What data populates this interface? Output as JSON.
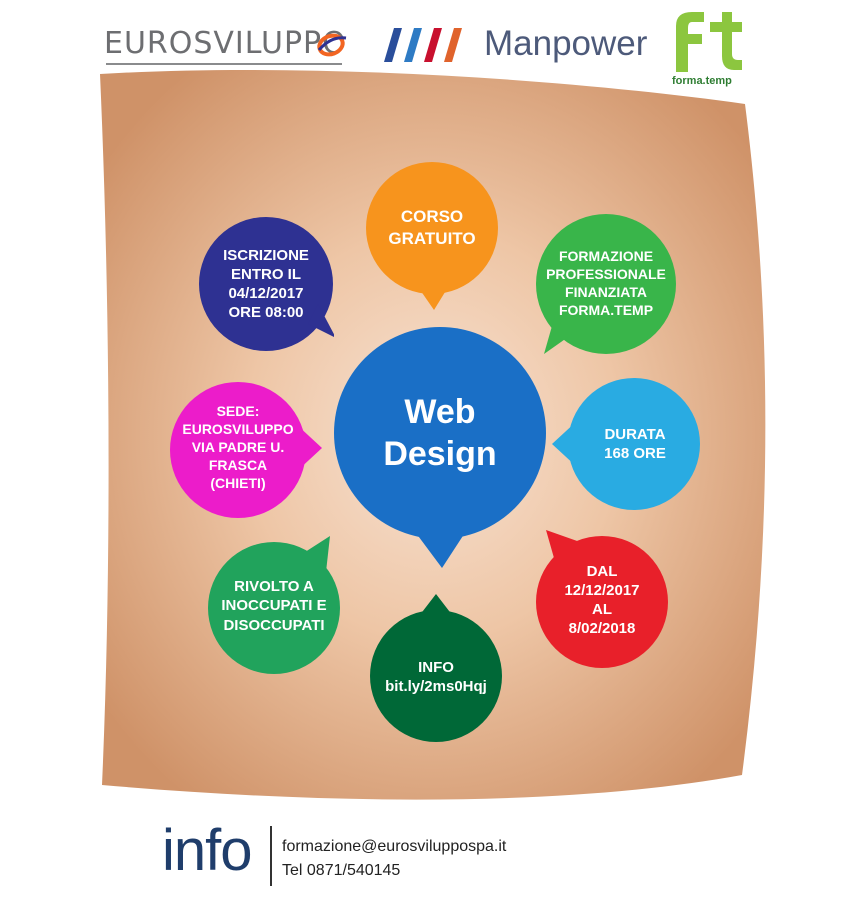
{
  "logos": {
    "eurosviluppo": "EUROSVILUPPO",
    "manpower": "Manpower",
    "formatemp": "forma.temp"
  },
  "center": {
    "title": "Web\nDesign",
    "color": "#1a6fc6"
  },
  "bubbles": {
    "corso": {
      "text": "CORSO\nGRATUITO",
      "color": "#f7941d"
    },
    "iscrizione": {
      "text": "ISCRIZIONE\nENTRO IL\n04/12/2017\nORE 08:00",
      "color": "#2e3192"
    },
    "formazione": {
      "text": "FORMAZIONE\nPROFESSIONALE\nFINANZIATA\nFORMA.TEMP",
      "color": "#39b54a"
    },
    "sede": {
      "text": "SEDE:\nEUROSVILUPPO\nVIA PADRE U.\nFRASCA\n(CHIETI)",
      "color": "#ec1cca"
    },
    "durata": {
      "text": "DURATA\n168 ORE",
      "color": "#29abe2"
    },
    "rivolto": {
      "text": "RIVOLTO A\nINOCCUPATI E\nDISOCCUPATI",
      "color": "#21a35c"
    },
    "dal": {
      "text": "DAL\n12/12/2017\nAL\n8/02/2018",
      "color": "#e8202a"
    },
    "info": {
      "text": "INFO\nbit.ly/2ms0Hqj",
      "color": "#006837"
    }
  },
  "footer": {
    "info_word": "info",
    "email": "formazione@eurosviluppospa.it",
    "tel": "Tel 0871/540145"
  }
}
